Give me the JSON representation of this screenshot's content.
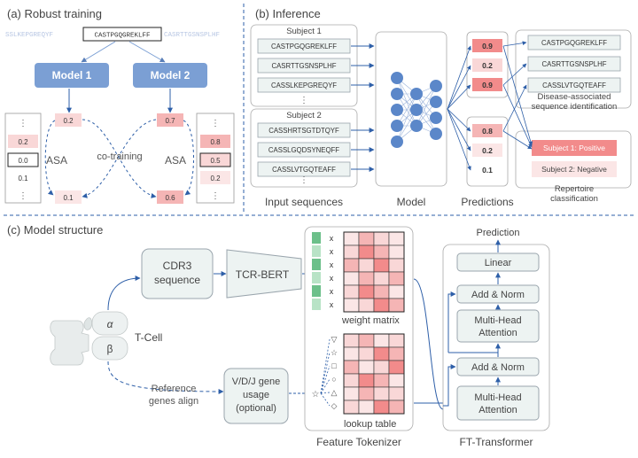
{
  "panel_a": {
    "title": "(a) Robust training",
    "seq_left": "SSLKEPGREQYF",
    "seq_center": "CASTPGQGREKLFF",
    "seq_right": "CASRTTGSNSPLHF",
    "model1": "Model 1",
    "model2": "Model 2",
    "asa1": "ASA",
    "asa2": "ASA",
    "cotraining": "co-training",
    "ellipsis": "⋮",
    "left_col": [
      "0.2",
      "0.0",
      "0.1"
    ],
    "right_col": [
      "0.8",
      "0.5",
      "0.2"
    ],
    "m1_top": "0.2",
    "m1_bottom": "0.1",
    "m2_top": "0.7",
    "m2_bottom": "0.6"
  },
  "panel_b": {
    "title": "(b) Inference",
    "subject1": "Subject 1",
    "subject2": "Subject 2",
    "s1_seqs": [
      "CASTPGQGREKLFF",
      "CASRTTGSNSPLHF",
      "CASSLKEPGREQYF"
    ],
    "s2_seqs": [
      "CASSHRTSGTDTQYF",
      "CASSLGQDSYNEQFF",
      "CASSLVTGQTEAFF"
    ],
    "ellipsis": "⋮",
    "pred1": [
      "0.9",
      "0.2",
      "0.9"
    ],
    "pred2": [
      "0.8",
      "0.2",
      "0.1"
    ],
    "assoc_seqs": [
      "CASTPGQGREKLFF",
      "CASRTTGSNSPLHF",
      "CASSLVTGQTEAFF"
    ],
    "assoc_label_1": "Disease-associated",
    "assoc_label_2": "sequence identification",
    "subject1_result": "Subject 1: Positive",
    "subject2_result": "Subject 2: Negative",
    "repertoire_1": "Repertoire",
    "repertoire_2": "classification",
    "label_inputs": "Input sequences",
    "label_model": "Model",
    "label_predictions": "Predictions"
  },
  "panel_c": {
    "title": "(c) Model structure",
    "alpha": "α",
    "beta": "β",
    "tcell": "T-Cell",
    "cdr3_1": "CDR3",
    "cdr3_2": "sequence",
    "tcrbert": "TCR-BERT",
    "ref_1": "Reference",
    "ref_2": "genes align",
    "vdj_1": "V/D/J gene",
    "vdj_2": "usage",
    "vdj_3": "(optional)",
    "times": "x",
    "weight_matrix": "weight matrix",
    "lookup_table": "lookup table",
    "feature_tokenizer": "Feature Tokenizer",
    "prediction": "Prediction",
    "linear": "Linear",
    "addnorm": "Add & Norm",
    "mha_1": "Multi-Head",
    "mha_2": "Attention",
    "ft_transformer": "FT-Transformer",
    "symbols": [
      "▽",
      "☆",
      "□",
      "○",
      "△",
      "◇"
    ],
    "star_symbol": "☆"
  },
  "colors": {
    "model_blue": "#7b9fd4",
    "box_border": "#9aa5ad",
    "box_fill": "#edf3f2",
    "pred_red": "#f28b8b",
    "pred_pink": "#f9d7d7",
    "dash_blue": "#2e5fa8",
    "green_dark": "#6cc08a",
    "green_light": "#b8e3c6",
    "node_blue": "#5b87c9"
  }
}
